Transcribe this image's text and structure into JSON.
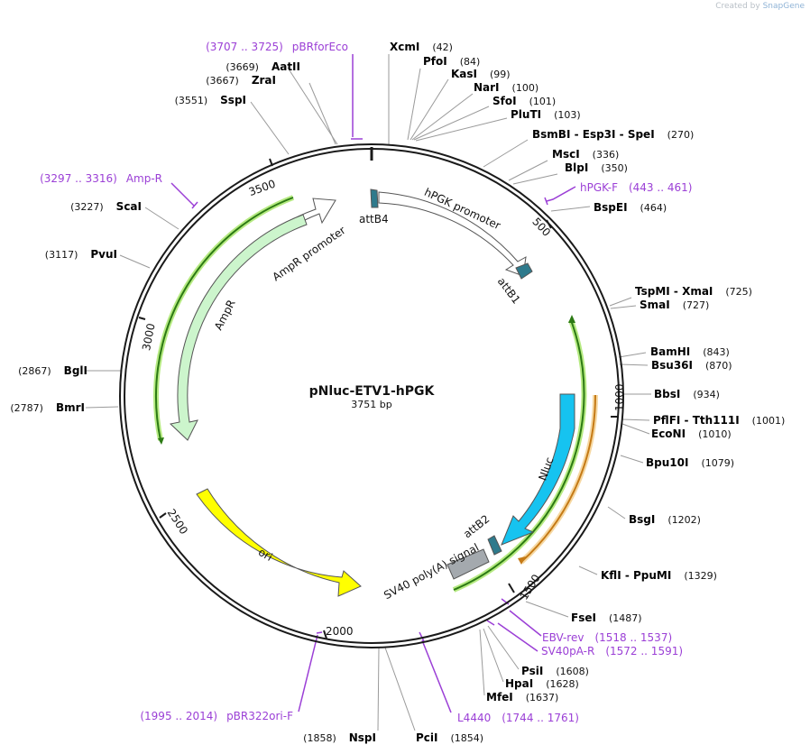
{
  "watermark": {
    "prefix": "Created by",
    "brand": "SnapGene"
  },
  "plasmid": {
    "name": "pNluc-ETV1-hPGK",
    "size_label": "3751 bp",
    "length": 3751
  },
  "colors": {
    "backbone": "#1a1a1a",
    "primer": "#9b3fd6",
    "ampr": "#ccf5cc",
    "promoter_arrow": "#ffffff",
    "nluc": "#16c3f0",
    "ori": "#ffff00",
    "polyA": "#a4a9ae",
    "att": "#2e7a8c",
    "orf_green": "#2c7a14",
    "orf_glow": "#b6ea82",
    "orf_orange": "#c57a16",
    "orf_orange_glow": "#f6d8a2"
  },
  "position_ticks": [
    {
      "pos": 500,
      "label": "500"
    },
    {
      "pos": 1000,
      "label": "1000"
    },
    {
      "pos": 1500,
      "label": "1500"
    },
    {
      "pos": 2000,
      "label": "2000"
    },
    {
      "pos": 2500,
      "label": "2500"
    },
    {
      "pos": 3000,
      "label": "3000"
    },
    {
      "pos": 3500,
      "label": "3500"
    }
  ],
  "enzymes": [
    {
      "name": "XcmI",
      "pos": "(42)"
    },
    {
      "name": "PfoI",
      "pos": "(84)"
    },
    {
      "name": "KasI",
      "pos": "(99)"
    },
    {
      "name": "NarI",
      "pos": "(100)"
    },
    {
      "name": "SfoI",
      "pos": "(101)"
    },
    {
      "name": "PluTI",
      "pos": "(103)"
    },
    {
      "name": "BsmBI - Esp3I - SpeI",
      "pos": "(270)"
    },
    {
      "name": "MscI",
      "pos": "(336)"
    },
    {
      "name": "BlpI",
      "pos": "(350)"
    },
    {
      "name": "BspEI",
      "pos": "(464)"
    },
    {
      "name": "TspMI - XmaI",
      "pos": "(725)"
    },
    {
      "name": "SmaI",
      "pos": "(727)"
    },
    {
      "name": "BamHI",
      "pos": "(843)"
    },
    {
      "name": "Bsu36I",
      "pos": "(870)"
    },
    {
      "name": "BbsI",
      "pos": "(934)"
    },
    {
      "name": "PflFI - Tth111I",
      "pos": "(1001)"
    },
    {
      "name": "EcoNI",
      "pos": "(1010)"
    },
    {
      "name": "Bpu10I",
      "pos": "(1079)"
    },
    {
      "name": "BsgI",
      "pos": "(1202)"
    },
    {
      "name": "KflI - PpuMI",
      "pos": "(1329)"
    },
    {
      "name": "FseI",
      "pos": "(1487)"
    },
    {
      "name": "PsiI",
      "pos": "(1608)"
    },
    {
      "name": "HpaI",
      "pos": "(1628)"
    },
    {
      "name": "MfeI",
      "pos": "(1637)"
    },
    {
      "name": "PciI",
      "pos": "(1854)"
    },
    {
      "name": "NspI",
      "pos": "(1858)"
    },
    {
      "name": "BmrI",
      "pos": "(2787)"
    },
    {
      "name": "BglI",
      "pos": "(2867)"
    },
    {
      "name": "PvuI",
      "pos": "(3117)"
    },
    {
      "name": "ScaI",
      "pos": "(3227)"
    },
    {
      "name": "SspI",
      "pos": "(3551)"
    },
    {
      "name": "ZraI",
      "pos": "(3667)"
    },
    {
      "name": "AatII",
      "pos": "(3669)"
    }
  ],
  "primers": [
    {
      "name": "pBRforEco",
      "range": "(3707 .. 3725)"
    },
    {
      "name": "Amp-R",
      "range": "(3297 .. 3316)"
    },
    {
      "name": "hPGK-F",
      "range": "(443 .. 461)"
    },
    {
      "name": "EBV-rev",
      "range": "(1518 .. 1537)"
    },
    {
      "name": "SV40pA-R",
      "range": "(1572 .. 1591)"
    },
    {
      "name": "L4440",
      "range": "(1744 .. 1761)"
    },
    {
      "name": "pBR322ori-F",
      "range": "(1995 .. 2014)"
    }
  ],
  "features": [
    {
      "name": "attB4"
    },
    {
      "name": "hPGK promoter"
    },
    {
      "name": "attB1"
    },
    {
      "name": "Nluc"
    },
    {
      "name": "attB2"
    },
    {
      "name": "SV40 poly(A) signal"
    },
    {
      "name": "ori"
    },
    {
      "name": "AmpR"
    },
    {
      "name": "AmpR promoter"
    }
  ]
}
